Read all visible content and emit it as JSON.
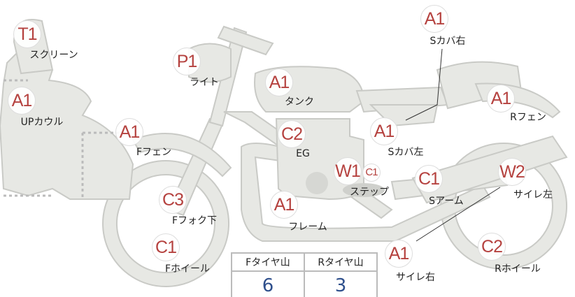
{
  "markers": [
    {
      "code": "T1",
      "label": "スクリーン"
    },
    {
      "code": "P1",
      "label": "ライト"
    },
    {
      "code": "A1",
      "label": "タンク"
    },
    {
      "code": "A1",
      "label": "Sカバ右"
    },
    {
      "code": "A1",
      "label": "UPカウル"
    },
    {
      "code": "A1",
      "label": "Fフェン"
    },
    {
      "code": "C2",
      "label": "EG"
    },
    {
      "code": "A1",
      "label": "Sカバ左"
    },
    {
      "code": "A1",
      "label": "Rフェン"
    },
    {
      "code": "W1",
      "label": "ステップ"
    },
    {
      "code": "C1",
      "label": ""
    },
    {
      "code": "C1",
      "label": "Sアーム"
    },
    {
      "code": "W2",
      "label": "サイレ左"
    },
    {
      "code": "C3",
      "label": "Fフォク下"
    },
    {
      "code": "A1",
      "label": "フレーム"
    },
    {
      "code": "C1",
      "label": "Fホイール"
    },
    {
      "code": "A1",
      "label": "サイレ右"
    },
    {
      "code": "C2",
      "label": "Rホイール"
    }
  ],
  "tread": {
    "front_label": "Fタイヤ山",
    "rear_label": "Rタイヤ山",
    "front_value": "6",
    "rear_value": "3"
  },
  "colors": {
    "marker_text": "#b5423f",
    "value_text": "#2e4f8c",
    "part_fill": "#e6e7e3"
  }
}
